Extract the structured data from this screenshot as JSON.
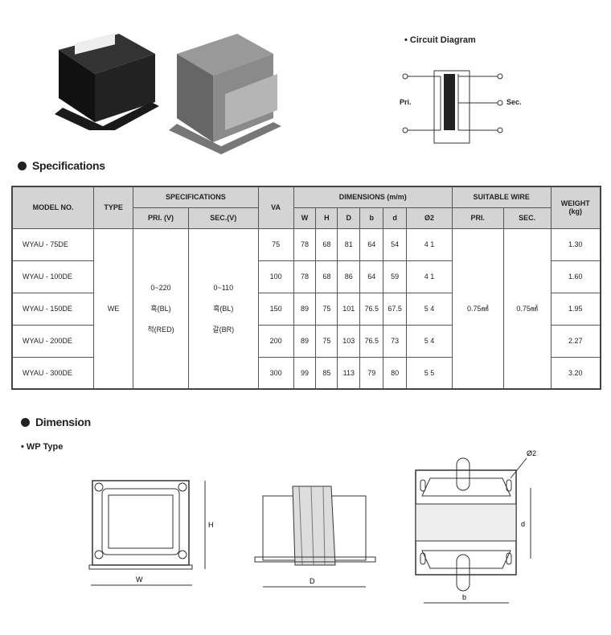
{
  "circuit": {
    "title": "• Circuit Diagram",
    "pri": "Pri.",
    "sec": "Sec."
  },
  "specs_title": "Specifications",
  "table": {
    "headers": {
      "model": "MODEL NO.",
      "type": "TYPE",
      "specifications": "SPECIFICATIONS",
      "pri_v": "PRI. (V)",
      "sec_v": "SEC.(V)",
      "va": "VA",
      "dimensions": "DIMENSIONS (m/m)",
      "w": "W",
      "h": "H",
      "d_cap": "D",
      "b": "b",
      "d": "d",
      "phi2": "Ø2",
      "wire": "SUITABLE WIRE",
      "wire_pri": "PRI.",
      "wire_sec": "SEC.",
      "weight": "WEIGHT",
      "weight_unit": "(kg)"
    },
    "type": "WE",
    "pri": [
      "0~220",
      "흑(BL)",
      "적(RED)"
    ],
    "sec": [
      "0~110",
      "흑(BL)",
      "갈(BR)"
    ],
    "wire_pri": "0.75㎟",
    "wire_sec": "0.75㎟",
    "rows": [
      {
        "model": "WYAU   - 75DE",
        "va": "75",
        "w": "78",
        "h": "68",
        "D": "81",
        "b": "64",
        "d": "54",
        "phi2": "4 1",
        "weight": "1.30"
      },
      {
        "model": "WYAU   - 100DE",
        "va": "100",
        "w": "78",
        "h": "68",
        "D": "86",
        "b": "64",
        "d": "59",
        "phi2": "4 1",
        "weight": "1.60"
      },
      {
        "model": "WYAU   - 150DE",
        "va": "150",
        "w": "89",
        "h": "75",
        "D": "101",
        "b": "76.5",
        "d": "67.5",
        "phi2": "5 4",
        "weight": "1.95"
      },
      {
        "model": "WYAU   - 200DE",
        "va": "200",
        "w": "89",
        "h": "75",
        "D": "103",
        "b": "76.5",
        "d": "73",
        "phi2": "5 4",
        "weight": "2.27"
      },
      {
        "model": "WYAU   - 300DE",
        "va": "300",
        "w": "99",
        "h": "85",
        "D": "113",
        "b": "79",
        "d": "80",
        "phi2": "5 5",
        "weight": "3.20"
      }
    ]
  },
  "dimension_title": "Dimension",
  "wp_type": "• WP Type",
  "drawing_labels": {
    "W": "W",
    "H": "H",
    "D": "D",
    "b": "b",
    "d": "d",
    "phi2": "Ø2"
  }
}
